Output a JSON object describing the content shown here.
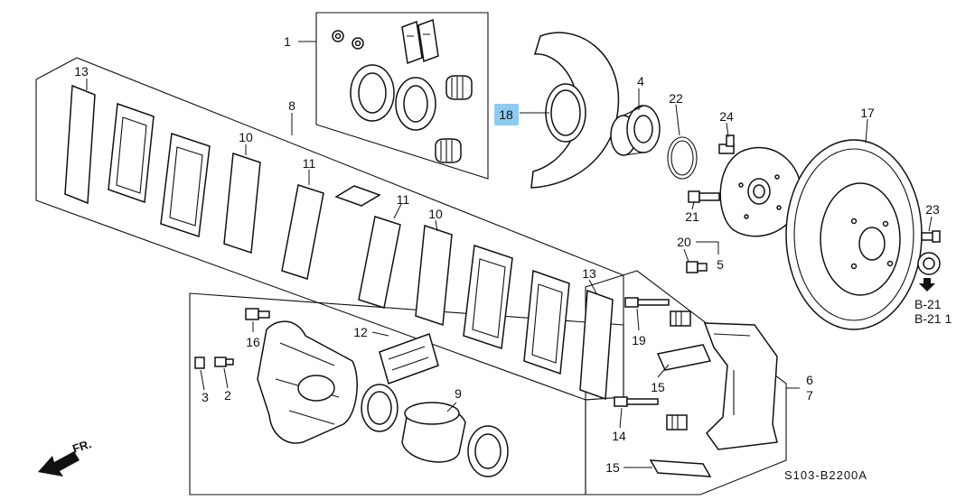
{
  "callouts": {
    "c1": "1",
    "c2": "2",
    "c3": "3",
    "c4": "4",
    "c5": "5",
    "c6": "6",
    "c7": "7",
    "c8": "8",
    "c9": "9",
    "c10a": "10",
    "c10b": "10",
    "c11a": "11",
    "c11b": "11",
    "c12": "12",
    "c13a": "13",
    "c13b": "13",
    "c14": "14",
    "c15a": "15",
    "c15b": "15",
    "c16": "16",
    "c17": "17",
    "c18": "18",
    "c19": "19",
    "c20": "20",
    "c21": "21",
    "c22": "22",
    "c23": "23",
    "c24": "24"
  },
  "references": {
    "ref1": "B-21",
    "ref2": "B-21 1"
  },
  "direction_label": "FR.",
  "diagram_code": "S103-B2200A",
  "highlight_color": "#8ecbf0"
}
